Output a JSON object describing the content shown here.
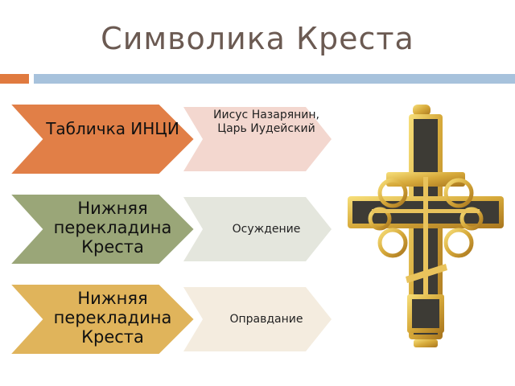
{
  "slide": {
    "title": "Символика Креста",
    "colors": {
      "accent": "#e07a3f",
      "rule": "#a7c2dc",
      "row1": "#e17f47",
      "row1_light": "#f3d7cf",
      "row2": "#9aa678",
      "row2_light": "#e4e6dd",
      "row3": "#e0b45b",
      "row3_light": "#f4ecdf"
    },
    "rows": [
      {
        "main": "Табличка ИНЦИ",
        "sub": "Иисус Назарянин, Царь Иудейский"
      },
      {
        "main": "Нижняя перекладина Креста",
        "sub": "Осуждение"
      },
      {
        "main": "Нижняя перекладина Креста",
        "sub": "Оправдание"
      }
    ],
    "image": {
      "icon": "orthodox-cross-pendant"
    }
  }
}
